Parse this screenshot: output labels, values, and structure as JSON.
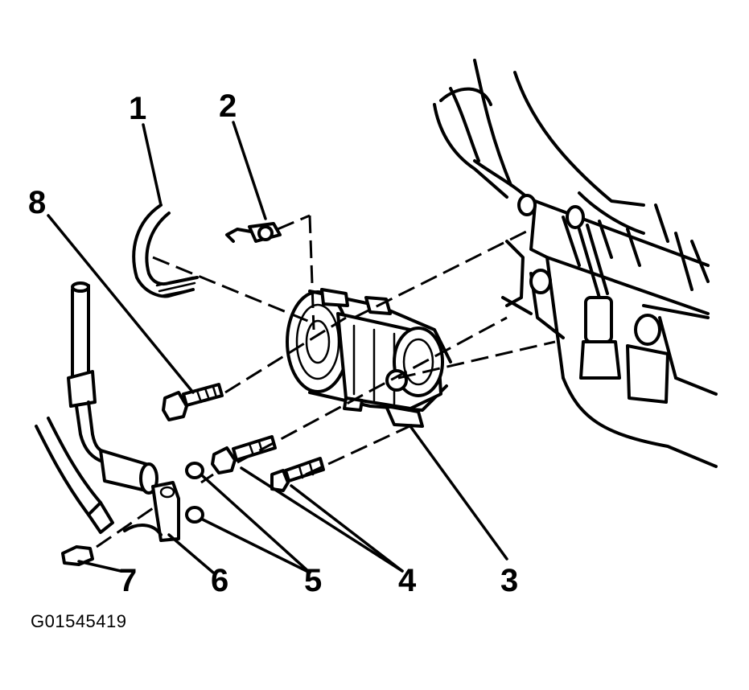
{
  "callouts": [
    "1",
    "2",
    "3",
    "4",
    "5",
    "6",
    "7",
    "8"
  ],
  "figure_id": "G01545419"
}
